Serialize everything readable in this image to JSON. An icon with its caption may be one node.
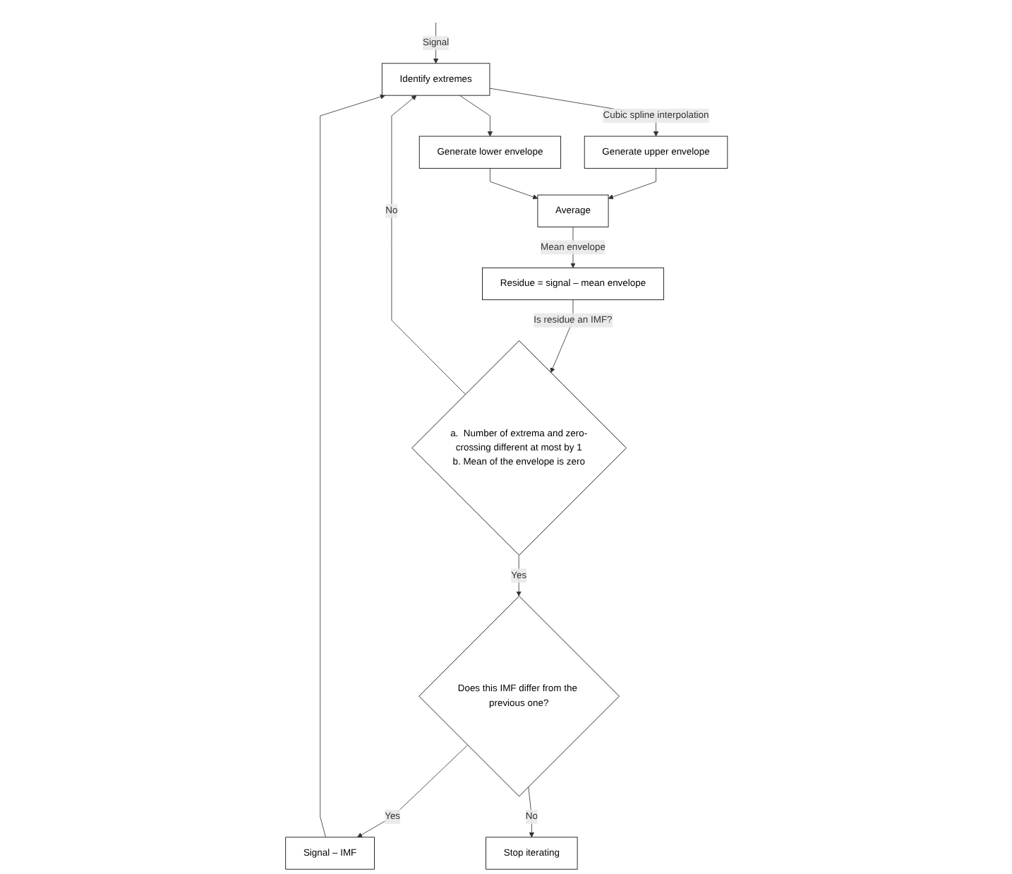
{
  "diagram": {
    "nodes": [
      {
        "text": [
          "Identify extremes"
        ]
      },
      {
        "text": [
          "Generate upper envelope"
        ]
      },
      {
        "text": [
          "Generate lower envelope"
        ]
      },
      {
        "text": [
          "Average"
        ]
      },
      {
        "text": [
          "Residue = signal – mean envelope"
        ]
      },
      {
        "text": [
          "a.  Number of extrema and zero-crossing different at most by 1",
          "b. Mean of the envelope is zero"
        ]
      },
      {
        "text": [
          "Signal – IMF"
        ]
      },
      {
        "text": [
          "Does this IMF differ from the previous one?"
        ]
      },
      {
        "text": [
          "Stop iterating"
        ]
      }
    ],
    "edges": [
      {
        "from": null,
        "to": 0,
        "arrow": "to",
        "label": "Signal"
      },
      {
        "from": 0,
        "to": 1,
        "arrow": "to",
        "label": "Cubic spline interpolation"
      },
      {
        "from": 0,
        "to": 2,
        "arrow": "to"
      },
      {
        "from": 1,
        "to": 3,
        "arrow": "to"
      },
      {
        "from": 2,
        "to": 3,
        "arrow": "to"
      },
      {
        "from": 3,
        "to": 4,
        "arrow": "to",
        "label": "Mean envelope"
      },
      {
        "from": 4,
        "to": 5,
        "arrow": "to",
        "label": "Is residue an IMF?"
      },
      {
        "from": 5,
        "to": 0,
        "arrow": "to",
        "label": "No"
      },
      {
        "from": 5,
        "to": 7,
        "arrow": "to",
        "label": "Yes"
      },
      {
        "from": 7,
        "to": 6,
        "arrow": "to",
        "label": "Yes"
      },
      {
        "from": 6,
        "to": 0,
        "arrow": "to"
      },
      {
        "from": 7,
        "to": 8,
        "arrow": "to",
        "label": "No"
      }
    ]
  }
}
